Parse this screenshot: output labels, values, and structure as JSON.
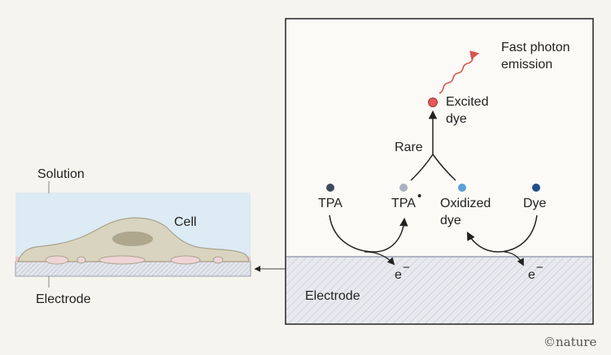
{
  "left_panel": {
    "solution_label": "Solution",
    "cell_label": "Cell",
    "electrode_label": "Electrode"
  },
  "right_panel": {
    "emission_line1": "Fast photon",
    "emission_line2": "emission",
    "excited_line1": "Excited",
    "excited_line2": "dye",
    "rare_label": "Rare",
    "tpa_label": "TPA",
    "tpa_radical_label": "TPA",
    "radical_dot": "•",
    "oxidized_line1": "Oxidized",
    "oxidized_line2": "dye",
    "dye_label": "Dye",
    "electron_left": "e",
    "electron_right": "e",
    "electron_sup": "−",
    "electrode_label": "Electrode"
  },
  "credit": "©nature",
  "colors": {
    "tpa_dot": "#3f4a5c",
    "tpa_radical_dot": "#a9b1c0",
    "oxidized_dot": "#5b9fd6",
    "dye_dot": "#1f4f8a",
    "excited_dot": "#e25a5a",
    "photon_wave": "#d9534f",
    "solution_fill": "#dcebf4",
    "cell_fill": "#d9d4bf"
  }
}
